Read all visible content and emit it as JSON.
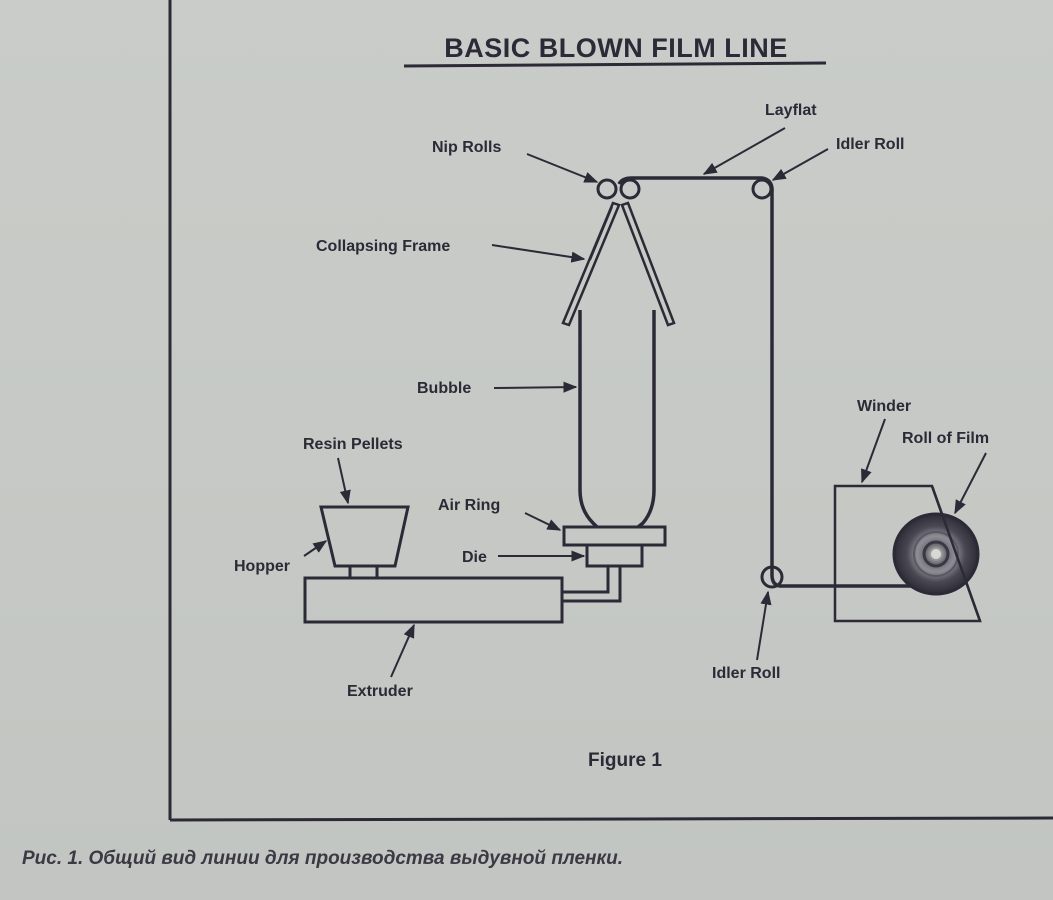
{
  "title": "BASIC BLOWN FILM LINE",
  "figure_label": "Figure 1",
  "caption": "Рис. 1. Общий вид линии для производства выдувной пленки.",
  "colors": {
    "paper": "#c8cbc7",
    "ink": "#2b2a36"
  },
  "components": {
    "nip_rolls": "Nip Rolls",
    "layflat": "Layflat",
    "idler_roll_top": "Idler Roll",
    "collapsing_frame": "Collapsing Frame",
    "bubble": "Bubble",
    "resin_pellets": "Resin Pellets",
    "hopper": "Hopper",
    "air_ring": "Air Ring",
    "die": "Die",
    "extruder": "Extruder",
    "idler_roll_bottom": "Idler Roll",
    "winder": "Winder",
    "roll_of_film": "Roll of Film"
  }
}
